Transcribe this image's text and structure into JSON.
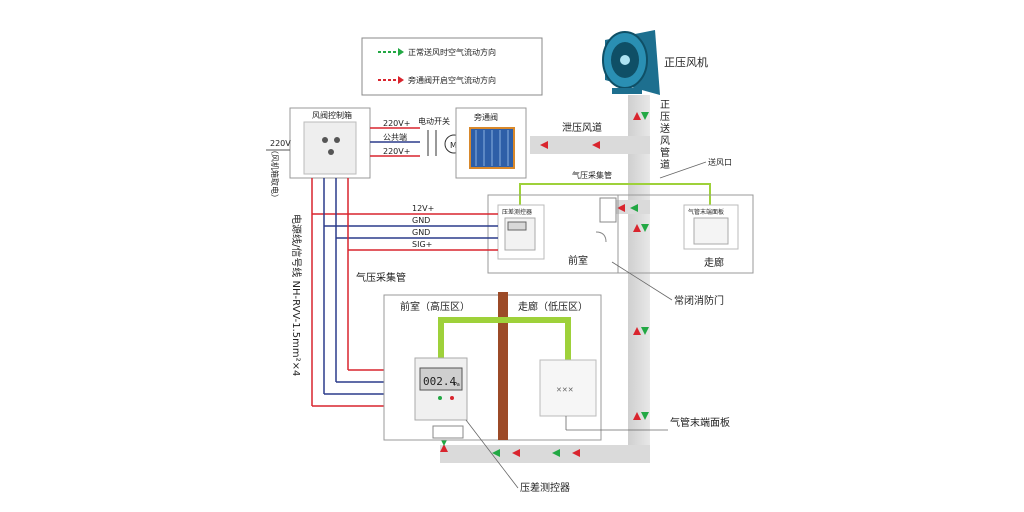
{
  "legend": {
    "normal_flow": "正常送风时空气流动方向",
    "bypass_flow": "旁通阀开启空气流动方向"
  },
  "fan": {
    "label": "正压风机"
  },
  "supply_duct": {
    "label": "正压送风管道"
  },
  "relief_duct": {
    "label": "泄压风道"
  },
  "control_box": {
    "title": "风阀控制箱",
    "power_note": "（风机箱取电）",
    "power_voltage": "220V"
  },
  "switch": {
    "title": "电动开关",
    "motor": "M"
  },
  "bypass_valve": {
    "title": "旁通阀"
  },
  "wires_top": [
    "220V+",
    "公共端",
    "220V+"
  ],
  "wires_signal": [
    "12V+",
    "GND",
    "GND",
    "SIG+"
  ],
  "pressure_pipe_top": "气压采集管",
  "supply_outlet": "送风口",
  "small_controller": {
    "title": "压差测控器"
  },
  "small_panel": {
    "title": "气管末端面板"
  },
  "room_top": {
    "front": "前室",
    "corridor": "走廊"
  },
  "fire_door": "常闭消防门",
  "cable_label": "电源线/信号线 NH-RVV-1.5mm²×4",
  "pressure_pipe_bottom": "气压采集管",
  "room_bottom": {
    "front": "前室（高压区）",
    "corridor": "走廊（低压区）"
  },
  "big_controller": {
    "display": "002.4",
    "unit": "Pa"
  },
  "end_panel_label": "气管末端面板",
  "controller_label": "压差测控器",
  "colors": {
    "normal": "#22a844",
    "bypass": "#d9252e",
    "wire_red": "#d9252e",
    "wire_blue": "#2b3c8c",
    "pipe_green": "#9ed13a",
    "duct_gray": "#dadada"
  }
}
